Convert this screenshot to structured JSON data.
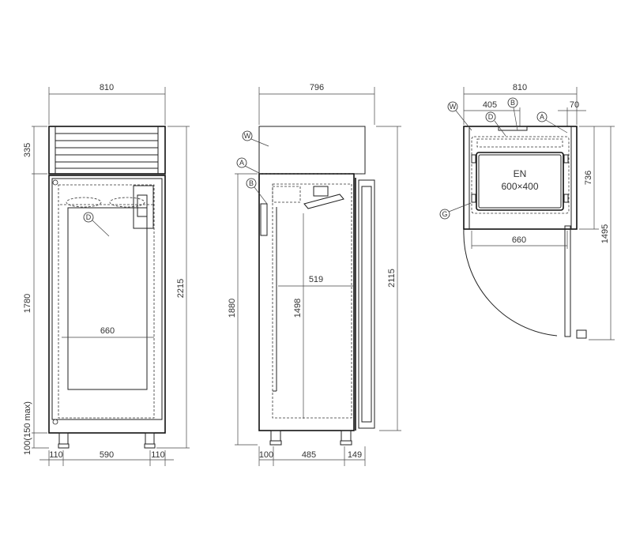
{
  "front_view": {
    "width": "810",
    "top_height": "335",
    "body_height": "1780",
    "feet_height": "100(150 max)",
    "total_height": "2215",
    "inner_width": "660",
    "bottom_left": "110",
    "bottom_mid": "590",
    "bottom_right": "110",
    "callouts": [
      "D"
    ]
  },
  "side_view": {
    "depth": "796",
    "body_height": "1880",
    "total_height": "2115",
    "inner_depth": "519",
    "inner_height": "1498",
    "bottom_left": "100",
    "bottom_mid": "485",
    "bottom_right": "149",
    "callouts": [
      "W",
      "A",
      "B"
    ]
  },
  "top_view": {
    "width": "810",
    "half_width": "405",
    "offset": "70",
    "depth": "736",
    "depth_open": "1495",
    "inner_width": "660",
    "tray_label": "EN",
    "tray_size": "600×400",
    "callouts": [
      "W",
      "B",
      "D",
      "A",
      "G"
    ]
  }
}
